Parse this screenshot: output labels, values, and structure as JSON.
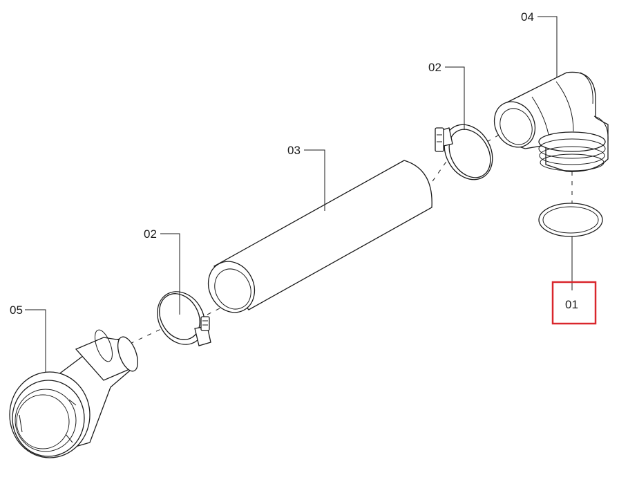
{
  "callouts": {
    "c01": "01",
    "c02_upper": "02",
    "c02_lower": "02",
    "c03": "03",
    "c04": "04",
    "c05": "05"
  },
  "highlight": {
    "target": "01",
    "color": "#d9262c"
  },
  "colors": {
    "line": "#1a1a1a",
    "background": "#ffffff"
  }
}
